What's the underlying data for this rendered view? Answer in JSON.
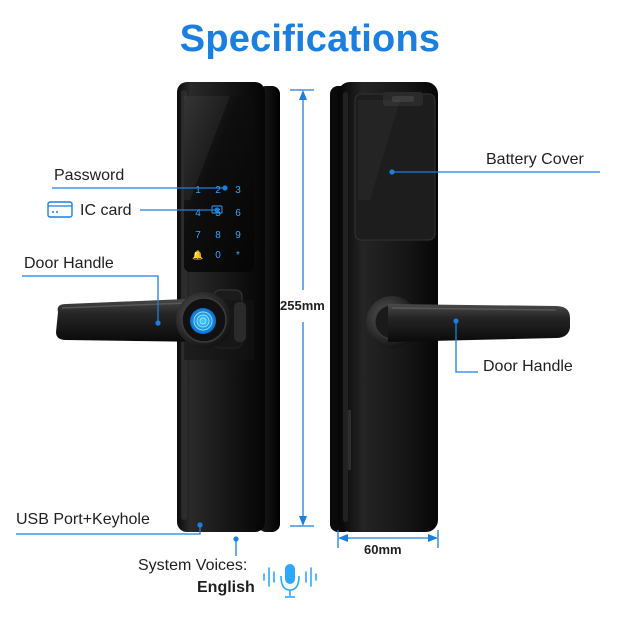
{
  "title": "Specifications",
  "labels": {
    "password": "Password",
    "ic_card": "IC card",
    "door_handle_left": "Door Handle",
    "usb_port": "USB Port+Keyhole",
    "system_voices": "System Voices:",
    "voice_language": "English",
    "battery_cover": "Battery Cover",
    "door_handle_right": "Door Handle"
  },
  "dimensions": {
    "height": "255mm",
    "width": "60mm"
  },
  "keypad": {
    "keys": [
      "1",
      "2",
      "3",
      "4",
      "5",
      "6",
      "7",
      "8",
      "9",
      "🔔",
      "0",
      "*"
    ]
  },
  "icons": {
    "card": "card-icon",
    "voice": "voice-mic-icon",
    "fingerprint": "fingerprint-icon"
  },
  "colors": {
    "accent": "#1a7fe0",
    "keypad_glow": "#2ea8ff",
    "lock_body": "#151515",
    "text": "#1f1f1f"
  }
}
